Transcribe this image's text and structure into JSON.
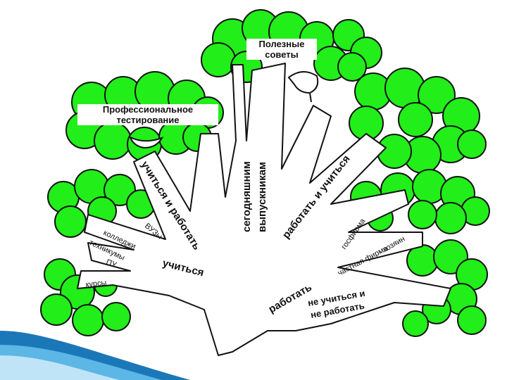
{
  "slide": {
    "colors": {
      "foliage": "#22ee1a",
      "outline": "#111111",
      "accent_blue": "#2a8fd0"
    },
    "boxes": {
      "tips": "Полезные советы",
      "testing": "Профессиональное тестирование"
    },
    "branches": {
      "study_work": "учиться и работать",
      "graduates_1": "сегодняшним",
      "graduates_2": "выпускникам",
      "work_study": "работать и учиться",
      "study": "учиться",
      "work": "работать",
      "neither_1": "не учиться и",
      "neither_2": "не работать"
    },
    "small_labels": {
      "vuzy": "ВУЗы",
      "colleges": "колледжи",
      "technicums": "техникумы",
      "pu": "ПУ",
      "courses": "курсы",
      "gosfirma": "госфирма",
      "private_firm": "частная фирма",
      "owner": "- хозяин"
    }
  }
}
